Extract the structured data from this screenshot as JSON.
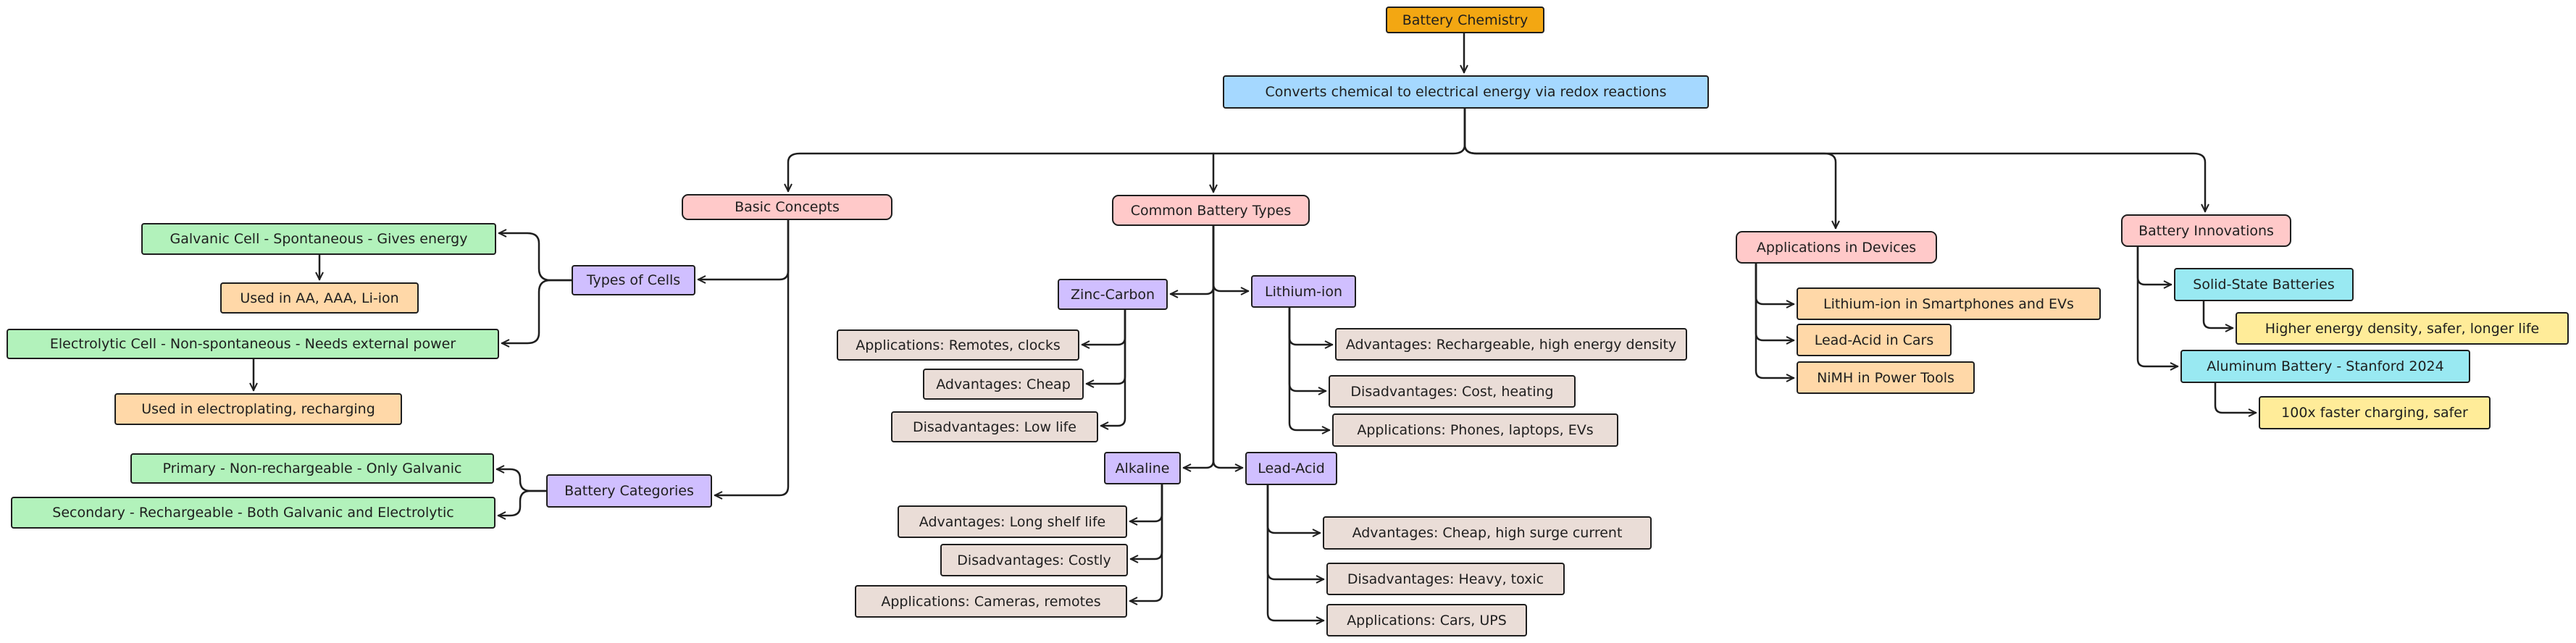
{
  "root": "Battery Chemistry",
  "definition": "Converts chemical to electrical energy via redox reactions",
  "basic_concepts": {
    "title": "Basic Concepts",
    "types_of_cells": {
      "title": "Types of Cells",
      "galvanic": "Galvanic Cell - Spontaneous - Gives energy",
      "galvanic_use": "Used in AA, AAA, Li-ion",
      "electrolytic": "Electrolytic Cell - Non-spontaneous - Needs external power",
      "electrolytic_use": "Used in electroplating, recharging"
    },
    "battery_categories": {
      "title": "Battery Categories",
      "primary": "Primary - Non-rechargeable - Only Galvanic",
      "secondary": "Secondary - Rechargeable - Both Galvanic and Electrolytic"
    }
  },
  "common_types": {
    "title": "Common Battery Types",
    "zinc_carbon": {
      "title": "Zinc-Carbon",
      "applications": "Applications: Remotes, clocks",
      "advantages": "Advantages: Cheap",
      "disadvantages": "Disadvantages: Low life"
    },
    "lithium_ion": {
      "title": "Lithium-ion",
      "advantages": "Advantages: Rechargeable, high energy density",
      "disadvantages": "Disadvantages: Cost, heating",
      "applications": "Applications: Phones, laptops, EVs"
    },
    "alkaline": {
      "title": "Alkaline",
      "advantages": "Advantages: Long shelf life",
      "disadvantages": "Disadvantages: Costly",
      "applications": "Applications: Cameras, remotes"
    },
    "lead_acid": {
      "title": "Lead-Acid",
      "advantages": "Advantages: Cheap, high surge current",
      "disadvantages": "Disadvantages: Heavy, toxic",
      "applications": "Applications: Cars, UPS"
    }
  },
  "applications": {
    "title": "Applications in Devices",
    "items": [
      "Lithium-ion in Smartphones and EVs",
      "Lead-Acid in Cars",
      "NiMH in Power Tools"
    ]
  },
  "innovations": {
    "title": "Battery Innovations",
    "solid_state": "Solid-State Batteries",
    "solid_state_detail": "Higher energy density, safer, longer life",
    "aluminum": "Aluminum Battery - Stanford 2024",
    "aluminum_detail": "100x faster charging, safer"
  }
}
